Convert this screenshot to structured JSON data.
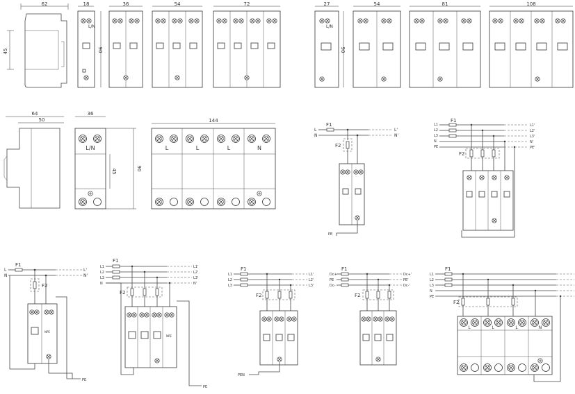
{
  "dimensions": {
    "d62": "62",
    "d45a": "45",
    "d18": "18",
    "d36a": "36",
    "d54a": "54",
    "d72": "72",
    "d90a": "90",
    "d27": "27",
    "d54b": "54",
    "d81": "81",
    "d108": "108",
    "d90b": "90",
    "d64": "64",
    "d50": "50",
    "d36b": "36",
    "d45b": "45",
    "d90c": "90",
    "d144": "144"
  },
  "terminal_labels": {
    "ln": "L/N",
    "l": "L",
    "n": "N",
    "ln_big": "L/N"
  },
  "wiring": {
    "f1": "F1",
    "f2": "F2",
    "l": "L",
    "n": "N",
    "pe": "PE",
    "pen": "PEN",
    "l1": "L1",
    "l2": "L2",
    "l3": "L3",
    "l_prime": "L'",
    "n_prime": "N'",
    "pe_prime": "PE'",
    "l1_prime": "L1'",
    "l2_prime": "L2'",
    "l3_prime": "L3'",
    "dc_plus": "Dc+",
    "dc_minus": "Dc-",
    "dc_plus_prime": "Dc+'",
    "dc_minus_prime": "Dc-'",
    "npe": "NPE"
  }
}
